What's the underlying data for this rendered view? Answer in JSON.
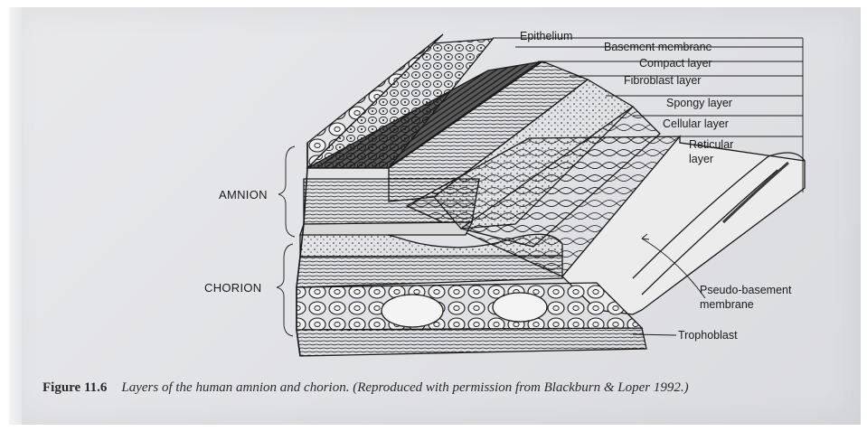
{
  "diagram": {
    "labels": {
      "epithelium": "Epithelium",
      "basement_membrane": "Basement membrane",
      "compact_layer": "Compact layer",
      "fibroblast_layer": "Fibroblast layer",
      "spongy_layer": "Spongy layer",
      "cellular_layer": "Cellular layer",
      "reticular_line1": "Reticular",
      "reticular_line2": "layer",
      "pseudo_line1": "Pseudo-basement",
      "pseudo_line2": "membrane",
      "trophoblast": "Trophoblast"
    },
    "side_labels": {
      "amnion": "AMNION",
      "chorion": "CHORION"
    }
  },
  "caption": {
    "number": "Figure 11.6",
    "text": "Layers of the human amnion and chorion. (Reproduced with permission from Blackburn & Loper 1992.)"
  },
  "colors": {
    "ink": "#1a1a1a",
    "paper": "#e4e5e8"
  }
}
